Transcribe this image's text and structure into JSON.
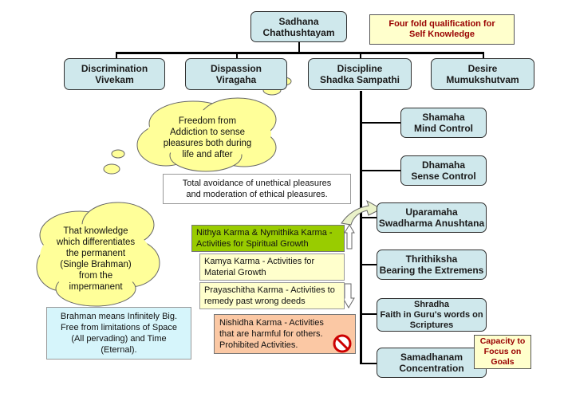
{
  "root": {
    "line1": "Sadhana",
    "line2": "Chathushtayam"
  },
  "note_top": {
    "line1": "Four fold qualification for",
    "line2": "Self Knowledge"
  },
  "top_nodes": [
    {
      "line1": "Discrimination",
      "line2": "Vivekam"
    },
    {
      "line1": "Dispassion",
      "line2": "Viragaha"
    },
    {
      "line1": "Discipline",
      "line2": "Shadka Sampathi"
    },
    {
      "line1": "Desire",
      "line2": "Mumukshutvam"
    }
  ],
  "sub_nodes": [
    {
      "line1": "Shamaha",
      "line2": "Mind Control"
    },
    {
      "line1": "Dhamaha",
      "line2": "Sense Control"
    },
    {
      "line1": "Uparamaha",
      "line2": "Swadharma Anushtana"
    },
    {
      "line1": "Thrithiksha",
      "line2": "Bearing the Extremens"
    },
    {
      "line1": "Shradha",
      "line2": "Faith in Guru's words on",
      "line3": "Scriptures"
    },
    {
      "line1": "Samadhanam",
      "line2": "Concentration"
    }
  ],
  "cloud_dispassion": [
    "Freedom from",
    "Addiction to sense",
    "pleasures both during",
    "life and after"
  ],
  "cloud_discrimination": [
    "That knowledge",
    "which differentiates",
    "the permanent",
    "(Single Brahman)",
    "from the",
    "impermanent"
  ],
  "avoidance_box": [
    "Total avoidance of unethical pleasures",
    "and moderation of ethical pleasures."
  ],
  "brahman_box": [
    "Brahman means Infinitely Big.",
    "Free from limitations of Space",
    "(All pervading) and Time",
    "(Eternal)."
  ],
  "karmas": [
    {
      "line1": "Nithya Karma & Nymithika Karma -",
      "line2": "Activities for Spiritual Growth",
      "color": "#99cc00"
    },
    {
      "line1": "Kamya Karma - Activities for",
      "line2": "Material Growth",
      "color": "#ffffcc"
    },
    {
      "line1": "Prayaschitha Karma - Activities to",
      "line2": "remedy past wrong deeds",
      "color": "#ffffcc"
    },
    {
      "line1": "Nishidha Karma - Activities",
      "line2": "that are harmful for others.",
      "line3": "Prohibited Activities.",
      "color": "#fbc8a4"
    }
  ],
  "capacity_note": [
    "Capacity to",
    "Focus on",
    "Goals"
  ],
  "icons": {
    "prohibited": "no-entry-icon"
  }
}
